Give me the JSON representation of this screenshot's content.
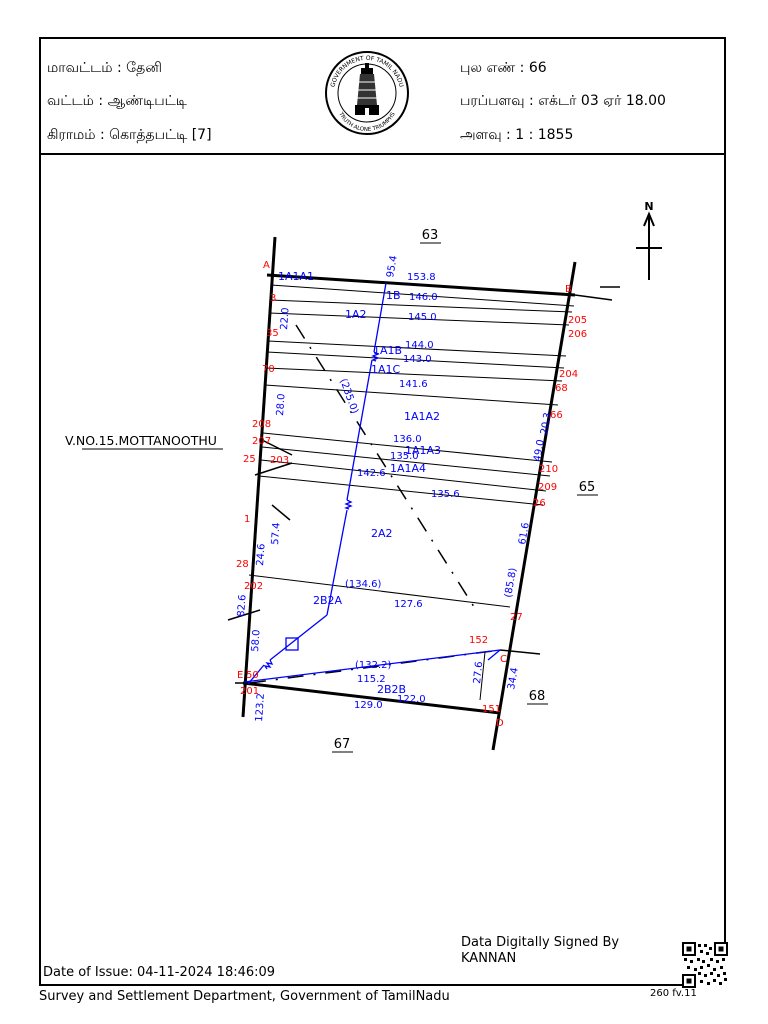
{
  "header": {
    "district": "மாவட்டம் : தேனி",
    "taluk": "வட்டம் : ஆண்டிபட்டி",
    "village": "கிராமம் : கொத்தபட்டி [7]",
    "survey_no": "புல எண் : 66",
    "area": "பரப்பளவு : எக்டர் 03 ஏர் 18.00",
    "scale": "அளவு : 1 : 1855",
    "seal_top": "GOVERNMENT OF TAMIL NADU",
    "seal_bottom": "TRUTH ALONE TRIUMPHS"
  },
  "map": {
    "north": "N",
    "neighbors": {
      "top": "63",
      "right": "65",
      "bottom": "67",
      "bottom_right": "68"
    },
    "village_boundary": "V.NO.15.MOTTANOOTHU",
    "corners": [
      "A",
      "B",
      "C",
      "D",
      "E"
    ],
    "subdivisions": [
      "1A1A1",
      "1B",
      "1A2",
      "1A1B",
      "1A1C",
      "1A1A2",
      "1A1A3",
      "1A1A4",
      "2A2",
      "2B2A",
      "2B2B"
    ],
    "line_lengths": [
      "153.8",
      "146.0",
      "145.0",
      "144.0",
      "143.0",
      "141.6",
      "136.0",
      "135.0",
      "142.6",
      "135.6",
      "(134.6)",
      "127.6",
      "(132.2)",
      "115.2",
      "122.0",
      "129.0"
    ],
    "side_measures": [
      "95.4",
      "(235.0)",
      "22.0",
      "28.0",
      "57.4",
      "24.6",
      "82.6",
      "58.0",
      "123.2",
      "61.6",
      "(85.8)",
      "27.6",
      "34.4",
      "49.0",
      "20.3"
    ],
    "station_numbers": [
      "3",
      "35",
      "70",
      "208",
      "207",
      "25",
      "203",
      "1",
      "28",
      "202",
      "201",
      "205",
      "206",
      "204",
      "68",
      "66",
      "210",
      "209",
      "26",
      "27",
      "152",
      "151",
      "50"
    ]
  },
  "footer": {
    "issue_date": "Date of Issue: 04-11-2024 18:46:09",
    "signed_line1": "Data Digitally Signed By",
    "signed_line2": "KANNAN",
    "department": "Survey and Settlement Department, Government of TamilNadu",
    "form_no": "260 fv.11"
  },
  "colors": {
    "blue": "#0000ff",
    "red": "#ff0000",
    "black": "#000000"
  }
}
